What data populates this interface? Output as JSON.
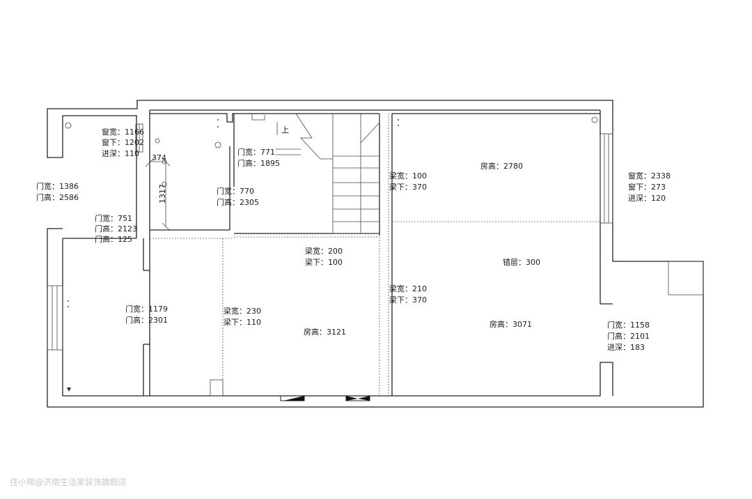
{
  "labels": {
    "room_top_left": [
      "窗宽：1166",
      "窗下：1202",
      "进深：110"
    ],
    "left_outer_door": [
      "门宽：1386",
      "门高：2586"
    ],
    "door_751": [
      "门宽：751",
      "门高：2123",
      "门高：125"
    ],
    "room_small_door": [
      "门宽：770",
      "门高：2305"
    ],
    "stair_door": [
      "门宽：771",
      "门高：1895"
    ],
    "dim_374": "374",
    "dim_1317": "1317",
    "stair_up": "上",
    "beam_100": [
      "梁宽：100",
      "梁下：370"
    ],
    "room_height_2780": "房高：2780",
    "window_right": [
      "窗宽：2338",
      "窗下：273",
      "进深：120"
    ],
    "beam_200": [
      "梁宽：200",
      "梁下：100"
    ],
    "loft": "错层：300",
    "beam_210": [
      "梁宽：210",
      "梁下：370"
    ],
    "door_1179": [
      "门宽：1179",
      "门高：2301"
    ],
    "beam_230": [
      "梁宽：230",
      "梁下：110"
    ],
    "room_height_3121": "房高：3121",
    "room_height_3071": "房高：3071",
    "door_right": [
      "门宽：1158",
      "门高：2101",
      "进深：183"
    ]
  },
  "watermark": "住小帮@济南生活家装饰旗舰店"
}
